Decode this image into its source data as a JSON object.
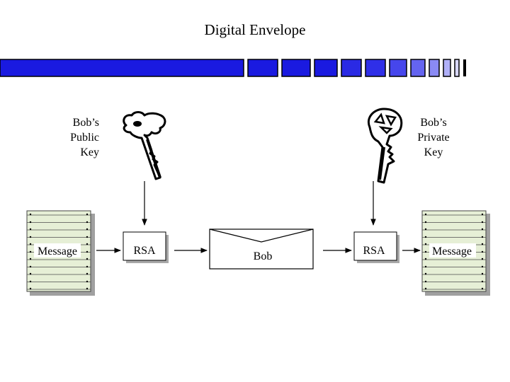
{
  "title": "Digital Envelope",
  "public_key": {
    "line1": "Bob’s",
    "line2": "Public",
    "line3": "Key",
    "icon": "key-icon"
  },
  "private_key": {
    "line1": "Bob’s",
    "line2": "Private",
    "line3": "Key",
    "icon": "key-icon"
  },
  "message_left": "Message",
  "rsa_left": "RSA",
  "envelope": "Bob",
  "rsa_right": "RSA",
  "message_right": "Message",
  "colors": {
    "bar_blue": "#1010e0",
    "box_shadow": "#a8a8a8",
    "stripe": "#e8f0d8"
  }
}
